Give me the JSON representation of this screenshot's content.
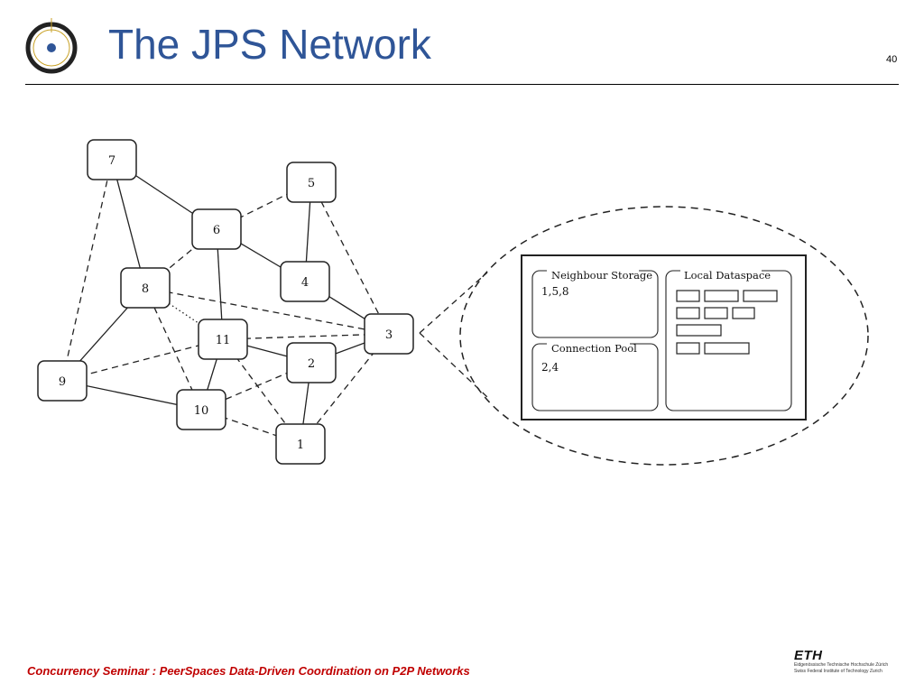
{
  "slide": {
    "title": "The JPS Network",
    "page_number": "40"
  },
  "network": {
    "nodes": [
      {
        "id": "7",
        "label": "7"
      },
      {
        "id": "5",
        "label": "5"
      },
      {
        "id": "6",
        "label": "6"
      },
      {
        "id": "8",
        "label": "8"
      },
      {
        "id": "4",
        "label": "4"
      },
      {
        "id": "11",
        "label": "11"
      },
      {
        "id": "3",
        "label": "3"
      },
      {
        "id": "2",
        "label": "2"
      },
      {
        "id": "9",
        "label": "9"
      },
      {
        "id": "10",
        "label": "10"
      },
      {
        "id": "1",
        "label": "1"
      }
    ],
    "edges": [
      {
        "from": "7",
        "to": "6",
        "style": "solid"
      },
      {
        "from": "7",
        "to": "8",
        "style": "solid"
      },
      {
        "from": "7",
        "to": "9",
        "style": "dashed"
      },
      {
        "from": "5",
        "to": "6",
        "style": "dashed"
      },
      {
        "from": "5",
        "to": "4",
        "style": "solid"
      },
      {
        "from": "5",
        "to": "3",
        "style": "dashed"
      },
      {
        "from": "6",
        "to": "4",
        "style": "solid"
      },
      {
        "from": "6",
        "to": "11",
        "style": "solid"
      },
      {
        "from": "6",
        "to": "8",
        "style": "dashed"
      },
      {
        "from": "8",
        "to": "9",
        "style": "solid"
      },
      {
        "from": "8",
        "to": "3",
        "style": "dashed"
      },
      {
        "from": "8",
        "to": "10",
        "style": "dashed"
      },
      {
        "from": "8",
        "to": "11",
        "style": "dotted"
      },
      {
        "from": "4",
        "to": "3",
        "style": "solid"
      },
      {
        "from": "11",
        "to": "2",
        "style": "solid"
      },
      {
        "from": "11",
        "to": "10",
        "style": "solid"
      },
      {
        "from": "11",
        "to": "1",
        "style": "dashed"
      },
      {
        "from": "11",
        "to": "9",
        "style": "dashed"
      },
      {
        "from": "11",
        "to": "3",
        "style": "dashed"
      },
      {
        "from": "3",
        "to": "2",
        "style": "solid"
      },
      {
        "from": "3",
        "to": "1",
        "style": "dashed"
      },
      {
        "from": "2",
        "to": "1",
        "style": "solid"
      },
      {
        "from": "2",
        "to": "10",
        "style": "dashed"
      },
      {
        "from": "9",
        "to": "10",
        "style": "solid"
      },
      {
        "from": "10",
        "to": "1",
        "style": "dashed"
      }
    ]
  },
  "detail": {
    "neighbour_storage": {
      "title": "Neighbour Storage",
      "value": "1,5,8"
    },
    "connection_pool": {
      "title": "Connection Pool",
      "value": "2,4"
    },
    "local_dataspace": {
      "title": "Local Dataspace"
    }
  },
  "footer": {
    "text": "Concurrency Seminar : PeerSpaces Data-Driven Coordination on P2P Networks",
    "eth_name": "ETH",
    "eth_line1": "Eidgenössische Technische Hochschule Zürich",
    "eth_line2": "Swiss Federal Institute of Technology Zurich"
  },
  "colors": {
    "title": "#2f5597",
    "footer": "#c00000",
    "line": "#222222"
  }
}
